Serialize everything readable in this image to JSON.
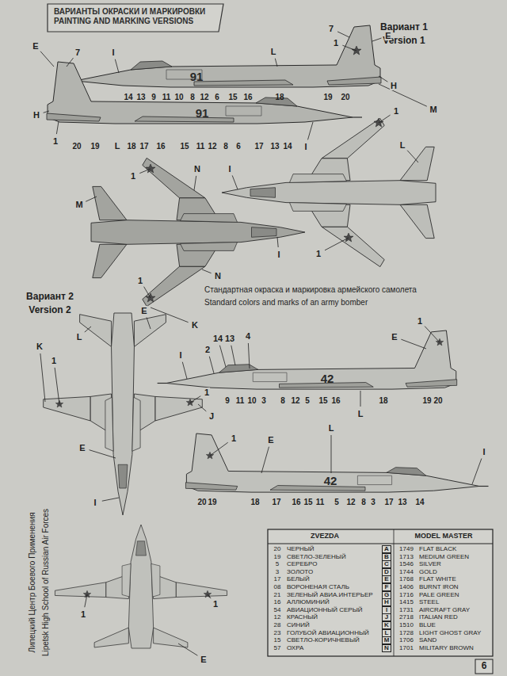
{
  "diagram": {
    "title": "ВАРИАНТЫ ОКРАСКИ И МАРКИРОВКИ PAINTING AND MARKING VERSIONS",
    "labels": [
      "Вариант 1",
      "Version 1",
      "7",
      "E",
      "1",
      "I",
      "L",
      "H",
      "M",
      "91",
      "14",
      "13",
      "9",
      "11",
      "10",
      "8",
      "12",
      "6",
      "15",
      "16",
      "18",
      "19",
      "20",
      "E",
      "7",
      "H",
      "91",
      "1",
      "20",
      "19",
      "L",
      "18",
      "17",
      "16",
      "15",
      "11",
      "12",
      "8",
      "6",
      "17",
      "13",
      "14",
      "I",
      "1",
      "N",
      "M",
      "I",
      "N",
      "1",
      "K",
      "1",
      "L",
      "I",
      "1",
      "Стандартная окраска и маркировка армейского самолета",
      "Standard colors and marks of an army bomber",
      "Вариант 2",
      "Version 2",
      "E",
      "K",
      "L",
      "1",
      "1",
      "J",
      "E",
      "I",
      "E",
      "1",
      "2",
      "14",
      "13",
      "4",
      "I",
      "42",
      "9",
      "11",
      "10",
      "3",
      "8",
      "12",
      "5",
      "15",
      "16",
      "18",
      "19",
      "20",
      "L",
      "1",
      "E",
      "L",
      "I",
      "42",
      "20",
      "19",
      "18",
      "17",
      "16",
      "15",
      "11",
      "5",
      "12",
      "8",
      "3",
      "17",
      "13",
      "14",
      "1",
      "1",
      "E",
      "Липецкий Центр Боевого Применения",
      "Lipetsk High School of Russian Air Forces",
      "ZVEZDA",
      "MODEL MASTER",
      "20",
      "ЧЕРНЫЙ",
      "A",
      "1749",
      "FLAT BLACK",
      "19",
      "СВЕТЛО-ЗЕЛЕНЫЙ",
      "B",
      "1713",
      "MEDIUM GREEN",
      "5",
      "СЕРЕБРО",
      "C",
      "1546",
      "SILVER",
      "3",
      "ЗОЛОТО",
      "D",
      "1744",
      "GOLD",
      "17",
      "БЕЛЫЙ",
      "E",
      "1768",
      "FLAT WHITE",
      "08",
      "ВОРОНЕНАЯ СТАЛЬ",
      "F",
      "1406",
      "BURNT IRON",
      "21",
      "ЗЕЛЕНЫЙ АВИА.ИНТЕРЬЕР",
      "G",
      "1716",
      "PALE GREEN",
      "16",
      "АЛЛЮМИНИЙ",
      "H",
      "1415",
      "STEEL",
      "54",
      "АВИАЦИОННЫЙ СЕРЫЙ",
      "I",
      "1731",
      "AIRCRAFT GRAY",
      "12",
      "КРАСНЫЙ",
      "J",
      "2718",
      "ITALIAN RED",
      "28",
      "СИНИЙ",
      "K",
      "1510",
      "BLUE",
      "23",
      "ГОЛУБОЙ АВИАЦИОННЫЙ",
      "L",
      "1728",
      "LIGHT GHOST GRAY",
      "15",
      "СВЕТЛО-КОРИЧНЕВЫЙ",
      "M",
      "1706",
      "SAND",
      "57",
      "ОХРА",
      "N",
      "1701",
      "MILITARY BROWN",
      "6"
    ]
  }
}
